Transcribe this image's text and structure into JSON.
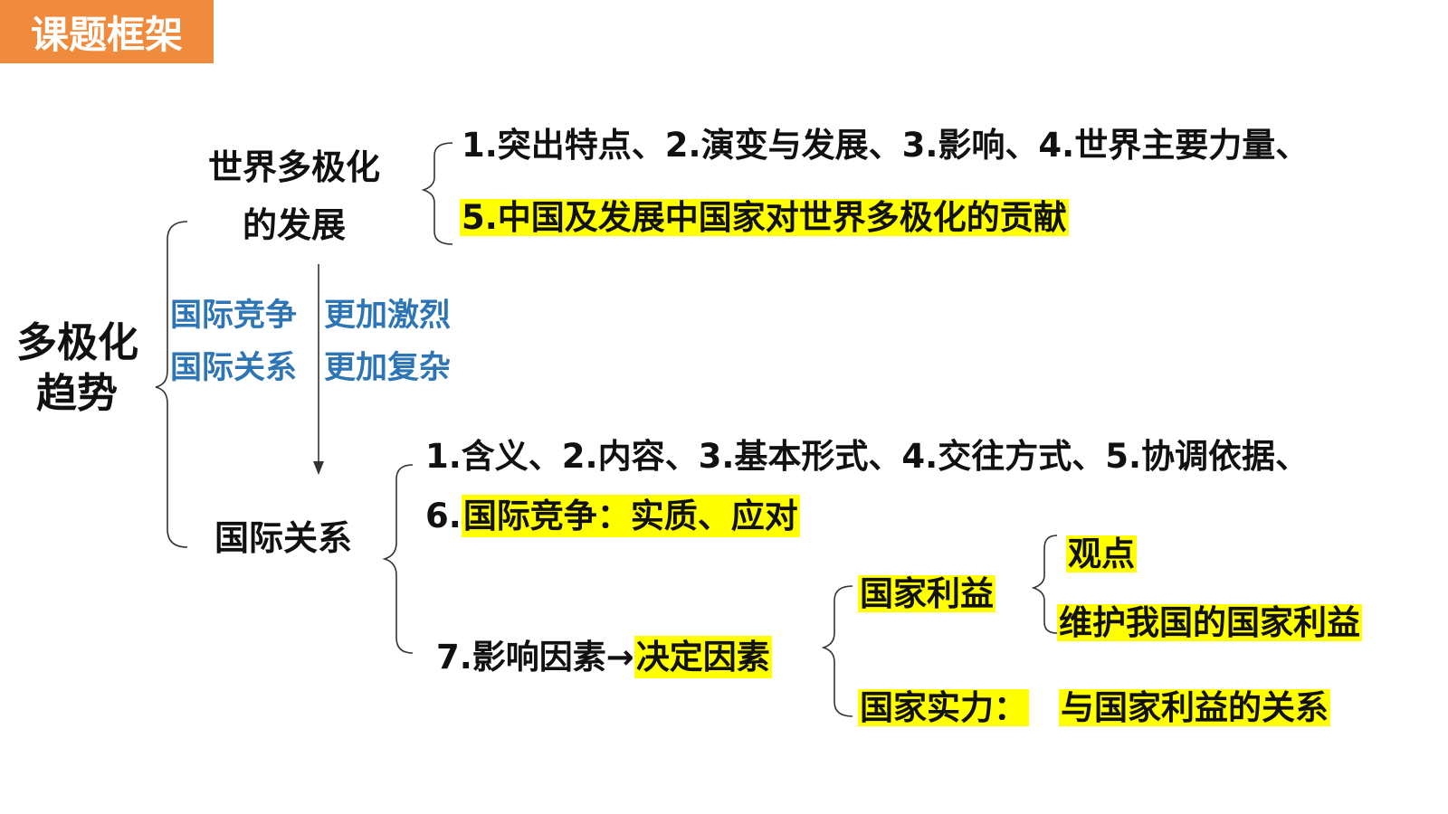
{
  "header": {
    "title": "课题框架"
  },
  "root": {
    "line1": "多极化",
    "line2": "趋势"
  },
  "branch_world": {
    "label_line1": "世界多极化",
    "label_line2": "的发展",
    "item_line1": "1.突出特点、2.演变与发展、3.影响、4.世界主要力量、",
    "item_line2": "5.中国及发展中国家对世界多极化的贡献"
  },
  "middle": {
    "left_line1": "国际竞争",
    "left_line2": "国际关系",
    "right_line1": "更加激烈",
    "right_line2": "更加复杂"
  },
  "branch_relations": {
    "label": "国际关系",
    "item_line1": "1.含义、2.内容、3.基本形式、4.交往方式、5.协调依据、",
    "item6_prefix": "6.",
    "item6_highlight": "国际竞争：实质、应对",
    "item7_prefix": "7.影响因素→",
    "item7_highlight": "决定因素"
  },
  "factors": {
    "national_interest": "国家利益",
    "interest_sub1": "观点",
    "interest_sub2": "维护我国的国家利益",
    "national_strength": "国家实力：",
    "strength_relation": "与国家利益的关系"
  },
  "colors": {
    "accent_orange": "#f08a3c",
    "highlight": "#ffff00",
    "blue_text": "#2e75b6"
  }
}
